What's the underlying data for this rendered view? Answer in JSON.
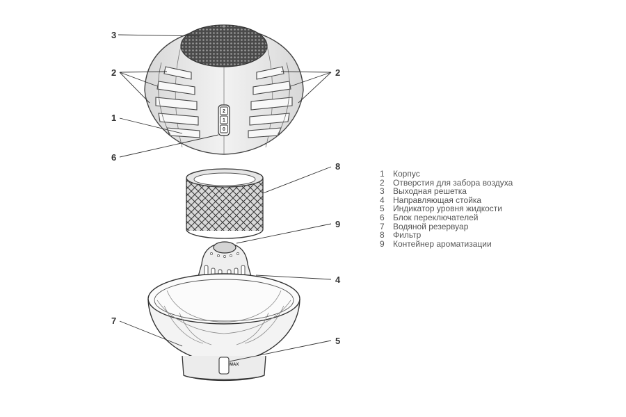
{
  "callouts": {
    "c1": "1",
    "c2_left": "2",
    "c2_right": "2",
    "c3": "3",
    "c4": "4",
    "c5": "5",
    "c6": "6",
    "c7": "7",
    "c8": "8",
    "c9": "9"
  },
  "switch_labels": [
    "2",
    "1",
    "0"
  ],
  "max_label": "MAX",
  "legend": [
    {
      "num": "1",
      "text": "Корпус"
    },
    {
      "num": "2",
      "text": "Отверстия для забора воздуха"
    },
    {
      "num": "3",
      "text": "Выходная решетка"
    },
    {
      "num": "4",
      "text": "Направляющая стойка"
    },
    {
      "num": "5",
      "text": "Индикатор уровня жидкости"
    },
    {
      "num": "6",
      "text": "Блок переключателей"
    },
    {
      "num": "7",
      "text": "Водяной резервуар"
    },
    {
      "num": "8",
      "text": "Фильтр"
    },
    {
      "num": "9",
      "text": "Контейнер ароматизации"
    }
  ]
}
